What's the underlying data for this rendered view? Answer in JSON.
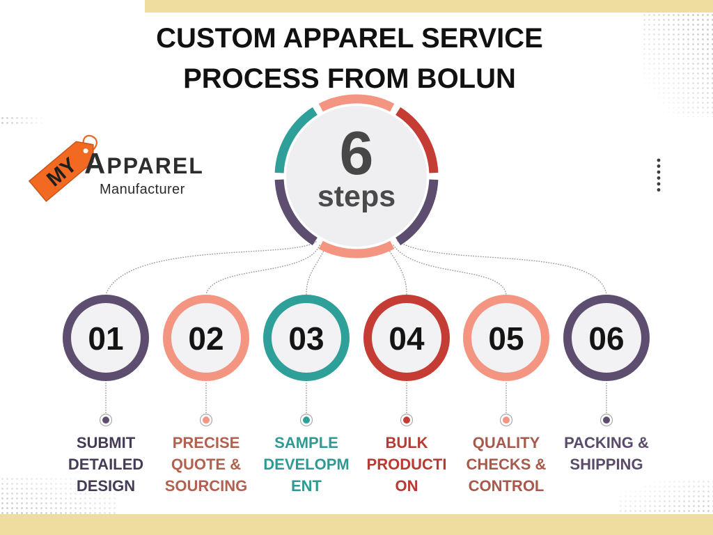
{
  "title": {
    "line1": "CUSTOM APPAREL SERVICE",
    "line2": "PROCESS FROM BOLUN"
  },
  "logo": {
    "tag_text": "MY",
    "brand_text": "APPAREL",
    "tagline": "Manufacturer",
    "tag_color": "#f26a21"
  },
  "hub": {
    "number": "6",
    "label": "steps",
    "segment_colors": [
      "#c43c34",
      "#5d4d6e",
      "#f39580",
      "#5d4d6e",
      "#2fa099",
      "#f39580"
    ]
  },
  "steps": [
    {
      "number": "01",
      "label_lines": [
        "SUBMIT",
        "DETAILED",
        "DESIGN"
      ],
      "ring_color": "#5d4d6e",
      "text_color": "#463b56"
    },
    {
      "number": "02",
      "label_lines": [
        "PRECISE",
        "QUOTE &",
        "SOURCING"
      ],
      "ring_color": "#f39580",
      "text_color": "#b2604f"
    },
    {
      "number": "03",
      "label_lines": [
        "SAMPLE",
        "DEVELOPM",
        "ENT"
      ],
      "ring_color": "#2fa099",
      "text_color": "#2f9a93"
    },
    {
      "number": "04",
      "label_lines": [
        "BULK",
        "PRODUCTI",
        "ON"
      ],
      "ring_color": "#c43c34",
      "text_color": "#b73a33"
    },
    {
      "number": "05",
      "label_lines": [
        "QUALITY",
        "CHECKS &",
        "CONTROL"
      ],
      "ring_color": "#f39580",
      "text_color": "#a8594b"
    },
    {
      "number": "06",
      "label_lines": [
        "PACKING &",
        "SHIPPING"
      ],
      "ring_color": "#5d4d6e",
      "text_color": "#5a4b6b"
    }
  ],
  "colors": {
    "accent_bar": "#efdd9f"
  }
}
